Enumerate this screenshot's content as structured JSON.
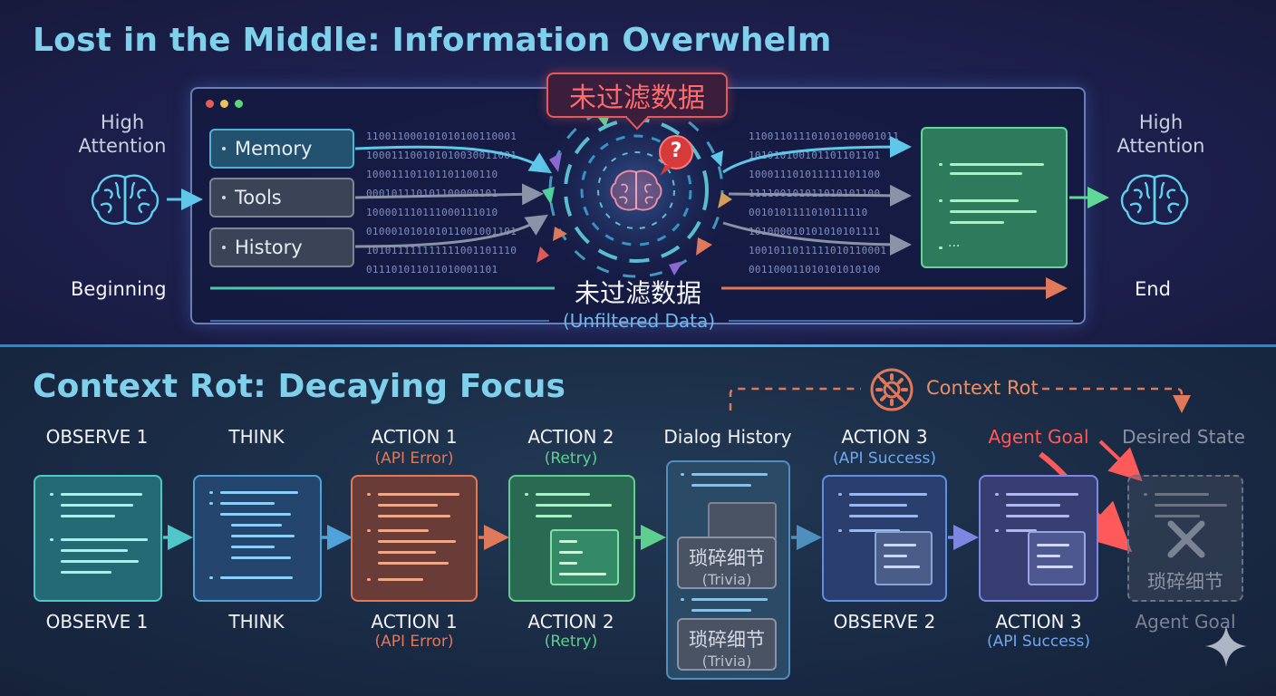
{
  "top": {
    "title": "Lost in the Middle: Information Overwhelm",
    "left_attention": "High\nAttention",
    "right_attention": "High\nAttention",
    "beginning": "Beginning",
    "end": "End",
    "sources": [
      "Memory",
      "Tools",
      "History"
    ],
    "badge": "未过滤数据",
    "axis_label": "未过滤数据",
    "axis_sub": "(Unfiltered Data)",
    "question_mark": "?",
    "output_ellipsis": "...",
    "binary_left": [
      "110011000101010100110001",
      "100011100101010030011001",
      "100011101101101100110",
      "000101110101100000101",
      "100001110111000111010",
      "010001010101011001001101",
      "101011111111111001101110",
      "011101011011010001101"
    ],
    "binary_right": [
      "110011011101010100001011",
      "101010100101101101101",
      "100011101011111101100",
      "111100101011010101100",
      "0010101111010111110",
      "101000010101010101111",
      "1001011011111010110001",
      "001100011010101010100"
    ]
  },
  "bottom": {
    "title": "Context Rot: Decaying Focus",
    "rot_label": "Context Rot",
    "stages_top": [
      {
        "label": "OBSERVE 1",
        "sub": ""
      },
      {
        "label": "THINK",
        "sub": ""
      },
      {
        "label": "ACTION 1",
        "sub": "(API Error)"
      },
      {
        "label": "ACTION 2",
        "sub": "(Retry)"
      },
      {
        "label": "Dialog History",
        "sub": ""
      },
      {
        "label": "ACTION 3",
        "sub": "(API Success)"
      },
      {
        "label": "Agent Goal",
        "sub": ""
      },
      {
        "label": "Desired State",
        "sub": ""
      }
    ],
    "stages_bottom": [
      {
        "label": "OBSERVE 1",
        "sub": ""
      },
      {
        "label": "THINK",
        "sub": ""
      },
      {
        "label": "ACTION 1",
        "sub": "(API Error)"
      },
      {
        "label": "ACTION 2",
        "sub": "(Retry)"
      },
      {
        "label": "OBSERVE 2",
        "sub": ""
      },
      {
        "label": "ACTION 3",
        "sub": "(API Success)"
      },
      {
        "label": "Agent Goal",
        "sub": ""
      }
    ],
    "trivia_cn": "琐碎细节",
    "trivia_en": "(Trivia)",
    "desired_trivia": "琐碎细节"
  },
  "colors": {
    "title": "#7fd0ea",
    "observe": "#4fc6c8",
    "think": "#4fa3d8",
    "error": "#e0785a",
    "retry": "#5fcf8f",
    "success": "#5f8fe0",
    "goal": "#7d86e0",
    "alert": "#ff5a5a"
  }
}
